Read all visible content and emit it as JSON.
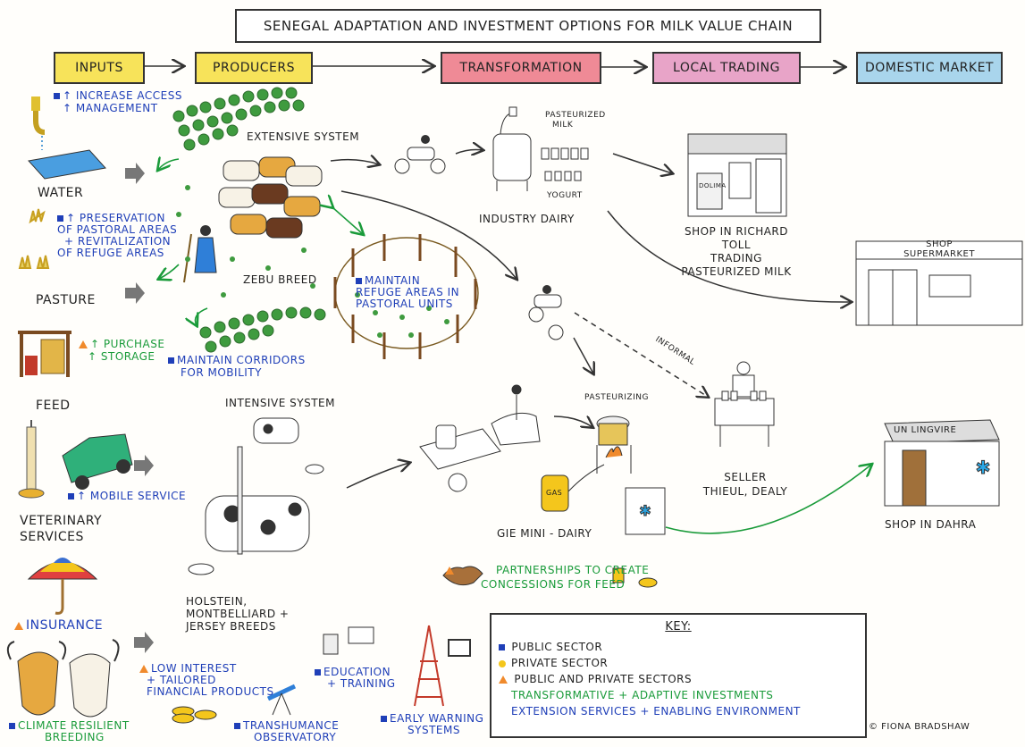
{
  "title": "Senegal adaptation and investment options for milk value chain",
  "stages": [
    "Inputs",
    "Producers",
    "Transformation",
    "Local trading",
    "Domestic market"
  ],
  "colors": {
    "inputs": "#f7e35a",
    "producers": "#f7e35a",
    "transformation": "#ef8a96",
    "local_trading": "#e8a4c8",
    "domestic_market": "#a9d5ec",
    "public": "#1f3fb8",
    "private": "#f4c61c",
    "both": "#f08a2c",
    "transformative": "#1a9b3a"
  },
  "inputs": {
    "water_label": "Water",
    "water_note_1": "↑ Increase access",
    "water_note_2": "↑ Management",
    "pasture_label": "Pasture",
    "pasture_note_1": "↑ Preservation",
    "pasture_note_2": "of pastoral areas",
    "pasture_note_3": "+ revitalization",
    "pasture_note_4": "of refuge areas",
    "feed_label": "Feed",
    "feed_note_1": "↑ Purchase",
    "feed_note_2": "↑ Storage",
    "vet_label_1": "Veterinary",
    "vet_label_2": "services",
    "vet_note": "↑ Mobile service",
    "insurance_label": "Insurance",
    "breeding_1": "Climate resilient",
    "breeding_2": "breeding"
  },
  "producers": {
    "extensive": "Extensive system",
    "zebu": "Zebu breed",
    "corridors_1": "Maintain corridors",
    "corridors_2": "for mobility",
    "refuge_1": "Maintain",
    "refuge_2": "refuge areas in",
    "refuge_3": "pastoral units",
    "intensive": "Intensive system",
    "breeds_1": "Holstein,",
    "breeds_2": "Montbelliard +",
    "breeds_3": "Jersey breeds"
  },
  "finance_1": "Low interest",
  "finance_2": "+ tailored",
  "finance_3": "financial products",
  "observatory_1": "Transhumance",
  "observatory_2": "observatory",
  "education_1": "Education",
  "education_2": "+ training",
  "warning_1": "Early warning",
  "warning_2": "systems",
  "transformation": {
    "pasteurized_1": "Pasteurized",
    "pasteurized_2": "milk",
    "yogurt": "Yogurt",
    "industry": "Industry dairy",
    "pasteurizing": "Pasteurizing",
    "gas": "GAS",
    "mini": "GIE Mini - dairy",
    "partner_1": "Partnerships to create",
    "partner_2": "concessions for feed"
  },
  "trading": {
    "shop_1": "Shop in Richard Toll",
    "shop_2": "trading",
    "shop_3": "pasteurized milk",
    "dolima": "Dolima",
    "informal": "Informal",
    "seller_1": "Seller",
    "seller_2": "Thieul, Dealy"
  },
  "market": {
    "supermarket_1": "Shop",
    "supermarket_2": "Supermarket",
    "lingvire": "Un Lingvire",
    "dahra": "Shop in Dahra"
  },
  "key": {
    "title": "Key:",
    "public": "Public sector",
    "private": "Private sector",
    "both": "Public and private sectors",
    "transformative": "Transformative + adaptive investments",
    "extension": "Extension services + enabling environment"
  },
  "credit": "© Fiona Bradshaw"
}
